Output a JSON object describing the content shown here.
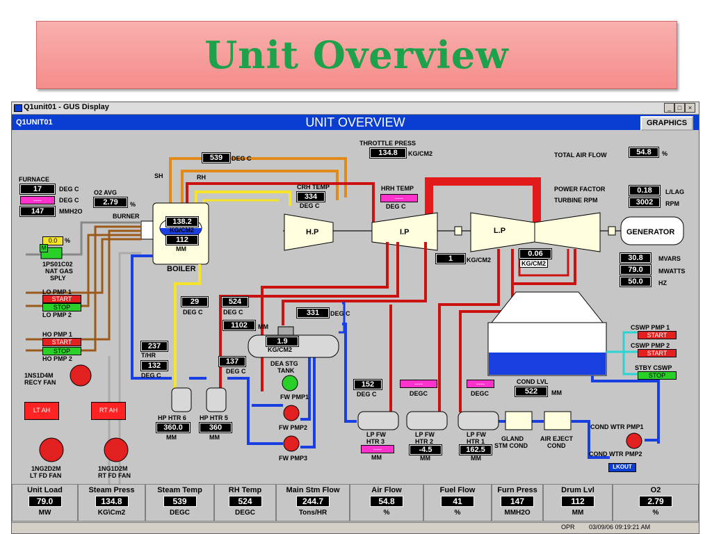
{
  "slide_title": "Unit Overview",
  "window": {
    "title": "Q1unit01 - GUS Display",
    "controls": [
      "_",
      "□",
      "×"
    ],
    "unit_id": "Q1UNIT01",
    "header": "UNIT OVERVIEW",
    "graphics_button": "GRAPHICS"
  },
  "colors": {
    "header_blue": "#0a3ed3",
    "title_green": "#1da14a",
    "steam_red": "#cc1111",
    "water_blue": "#1a3fe0",
    "feed_yellow": "#f5e42a",
    "sh_orange": "#e08a1a"
  },
  "diagram": {
    "sh_temp": "539",
    "sh_temp_unit": "DEG C",
    "throttle_label": "THROTTLE PRESS",
    "throttle_value": "134.8",
    "throttle_unit": "KG/CM2",
    "total_air_label": "TOTAL AIR FLOW",
    "total_air_value": "54.8",
    "total_air_unit": "%",
    "furnace_label": "FURNACE",
    "furnace_t1": "17",
    "furnace_t1_unit": "DEG C",
    "furnace_t2": "----",
    "furnace_t2_unit": "DEG C",
    "furnace_p": "147",
    "furnace_p_unit": "MMH2O",
    "o2_label": "O2 AVG",
    "o2_value": "2.79",
    "o2_unit": "%",
    "sh_label": "SH",
    "rh_label": "RH",
    "burner_label": "BURNER",
    "boiler_press": "138.2",
    "boiler_press_unit": "KG/CM2",
    "boiler_level": "112",
    "boiler_level_unit": "MM",
    "boiler_label": "BOILER",
    "crh_label": "CRH TEMP",
    "crh_value": "334",
    "crh_unit": "DEG C",
    "hrh_label": "HRH TEMP",
    "hrh_value": "----",
    "hrh_unit": "DEG C",
    "hp_label": "H.P",
    "ip_label": "I.P",
    "lp_label": "L.P",
    "pf_label": "POWER FACTOR",
    "pf_value": "0.18",
    "pf_unit": "L/LAG",
    "rpm_label": "TURBINE RPM",
    "rpm_value": "3002",
    "rpm_unit": "RPM",
    "generator_label": "GENERATOR",
    "mvars_value": "30.8",
    "mvars_unit": "MVARS",
    "mwatts_value": "79.0",
    "mwatts_unit": "MWATTS",
    "hz_value": "50.0",
    "hz_unit": "HZ",
    "valve_pct": "0.0",
    "valve_pct_unit": "%",
    "valve_mode": "M",
    "valve_tag": "1PS01C02",
    "valve_desc1": "NAT GAS",
    "valve_desc2": "SPLY",
    "lo_pmp1": "LO PMP 1",
    "lo_start": "START",
    "lo_stop": "STOP",
    "lo_pmp2": "LO PMP 2",
    "ho_pmp1": "HO PMP 1",
    "ho_start": "START",
    "ho_stop": "STOP",
    "ho_pmp2": "HO PMP 2",
    "recy_tag": "1NS1D4M",
    "recy_desc": "RECY FAN",
    "lt_ah": "LT AH",
    "rt_ah": "RT AH",
    "lt_fd_tag": "1NG2D2M",
    "lt_fd_desc": "LT FD FAN",
    "rt_fd_tag": "1NG1D2M",
    "rt_fd_desc": "RT FD FAN",
    "ip_ex_value": "1",
    "ip_ex_unit": "KG/CM2",
    "lp_ex_value": "0.06",
    "lp_ex_unit": "KG/CM2",
    "fw_temp1": "29",
    "fw_temp1_unit": "DEG C",
    "fw_temp2": "524",
    "fw_temp2_unit": "DEG C",
    "dea_level": "1102",
    "dea_level_unit": "MM",
    "dea_temp": "331",
    "dea_temp_unit": "DEG C",
    "dea_press": "1.9",
    "dea_press_unit": "KG/CM2",
    "dea_label1": "DEA STG",
    "dea_label2": "TANK",
    "flow_value": "237",
    "flow_unit": "T/HR",
    "temp_132": "132",
    "temp_132_unit": "DEG C",
    "temp_137": "137",
    "temp_137_unit": "DEG C",
    "temp_152": "152",
    "temp_152_unit": "DEG C",
    "degc_a": "----",
    "degc_a_unit": "DEGC",
    "degc_b": "----",
    "degc_b_unit": "DEGC",
    "fw_pmp1": "FW PMP1",
    "fw_pmp2": "FW PMP2",
    "fw_pmp3": "FW PMP3",
    "hp_htr6": "HP HTR 6",
    "hp_htr6_val": "360.0",
    "hp_htr6_unit": "MM",
    "hp_htr5": "HP HTR 5",
    "hp_htr5_val": "360",
    "hp_htr5_unit": "MM",
    "lp_htr3_l1": "LP FW",
    "lp_htr3_l2": "HTR 3",
    "lp_htr3_val": "----",
    "lp_htr3_unit": "MM",
    "lp_htr2_l1": "LP FW",
    "lp_htr2_l2": "HTR 2",
    "lp_htr2_val": "-4.5",
    "lp_htr2_unit": "MM",
    "lp_htr1_l1": "LP FW",
    "lp_htr1_l2": "HTR 1",
    "lp_htr1_val": "162.5",
    "lp_htr1_unit": "MM",
    "gland_l1": "GLAND",
    "gland_l2": "STM COND",
    "air_l1": "AIR EJECT",
    "air_l2": "COND",
    "cond_lvl_label": "COND LVL",
    "cond_lvl_value": "522",
    "cond_lvl_unit": "MM",
    "cswp1": "CSWP PMP 1",
    "cswp1_btn": "START",
    "cswp2": "CSWP PMP 2",
    "cswp2_btn": "START",
    "stby": "STBY CSWP",
    "stby_btn": "STOP",
    "cond_wtr1": "COND WTR PMP1",
    "cond_wtr2": "COND WTR PMP2",
    "lkout": "LKOUT"
  },
  "footer": [
    {
      "label": "Unit Load",
      "value": "79.0",
      "unit": "MW"
    },
    {
      "label": "Steam Press",
      "value": "134.8",
      "unit": "KG\\Cm2"
    },
    {
      "label": "Steam Temp",
      "value": "539",
      "unit": "DEGC"
    },
    {
      "label": "RH Temp",
      "value": "524",
      "unit": "DEGC"
    },
    {
      "label": "Main Stm Flow",
      "value": "244.7",
      "unit": "Tons/HR"
    },
    {
      "label": "Air Flow",
      "value": "54.8",
      "unit": "%"
    },
    {
      "label": "Fuel Flow",
      "value": "41",
      "unit": "%"
    },
    {
      "label": "Furn Press",
      "value": "147",
      "unit": "MMH2O"
    },
    {
      "label": "Drum Lvl",
      "value": "112",
      "unit": "MM"
    },
    {
      "label": "O2",
      "value": "2.79",
      "unit": "%"
    }
  ],
  "status": {
    "mode": "OPR",
    "datetime": "03/09/06 09:19:21 AM"
  }
}
